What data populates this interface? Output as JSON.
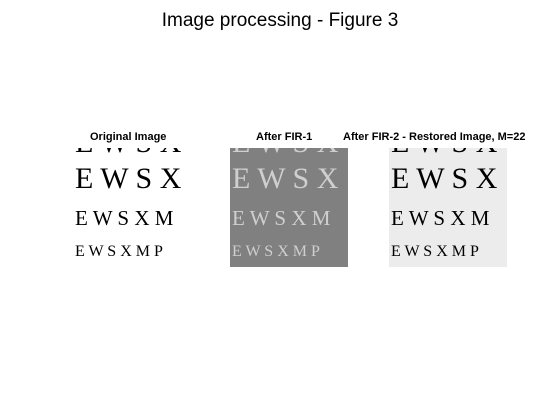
{
  "window": {
    "title": "Image processing - Figure 3"
  },
  "panels": [
    {
      "id": "original",
      "subtitle": "Original Image",
      "background": "#ffffff",
      "letter_color": "#000000",
      "rows": [
        {
          "text": "E W S X",
          "size": 30
        },
        {
          "text": "E W S X M",
          "size": 21
        },
        {
          "text": "E W S X M P",
          "size": 16
        }
      ]
    },
    {
      "id": "fir1",
      "subtitle": "After FIR-1",
      "background": "#808080",
      "letter_color": "#cfcfcf",
      "rows": [
        {
          "text": "E W S X",
          "size": 30
        },
        {
          "text": "E W S X M",
          "size": 21
        },
        {
          "text": "E W S X M P",
          "size": 16
        }
      ]
    },
    {
      "id": "fir2",
      "subtitle": "After FIR-2 - Restored Image, M=22",
      "background": "#ececec",
      "letter_color": "#000000",
      "rows": [
        {
          "text": "E W S X",
          "size": 30
        },
        {
          "text": "E W S X M",
          "size": 21
        },
        {
          "text": "E W S X M P",
          "size": 16
        }
      ]
    }
  ]
}
